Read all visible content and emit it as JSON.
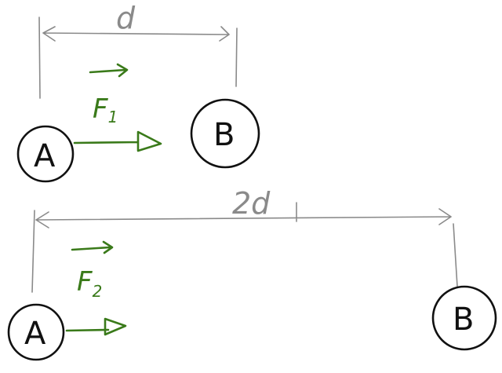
{
  "top": {
    "distance_label": "d",
    "force_label": "F",
    "force_subscript": "1",
    "node_a": "A",
    "node_b": "B"
  },
  "bottom": {
    "distance_label": "2d",
    "force_label": "F",
    "force_subscript": "2",
    "node_a": "A",
    "node_b": "B"
  },
  "colors": {
    "force": "#3a7a1a",
    "dimension": "#8a8a8a",
    "node": "#111111"
  }
}
